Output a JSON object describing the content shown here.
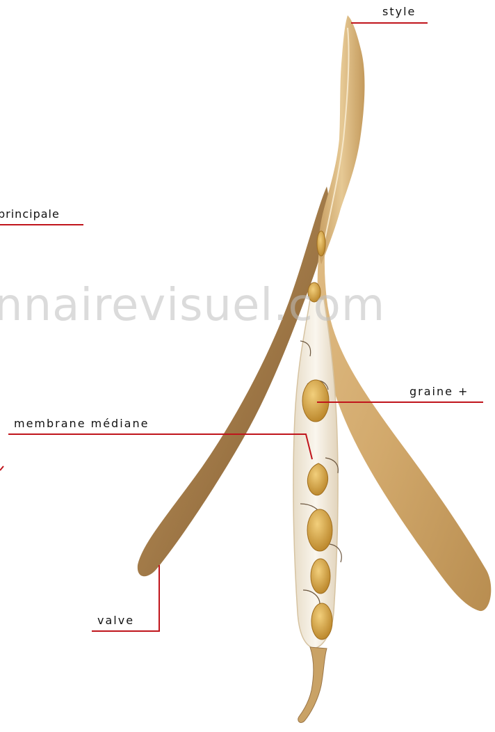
{
  "watermark": "nnairevisuel.com",
  "labels": {
    "style": "style",
    "principale": "principale",
    "graine": "graine +",
    "membrane": "membrane médiane",
    "valve": "valve"
  },
  "colors": {
    "leader_line": "#c0141b",
    "pod_light": "#d9b27a",
    "pod_dark": "#9b7444",
    "septum": "#f3ece0",
    "seed": "#d9a640"
  }
}
